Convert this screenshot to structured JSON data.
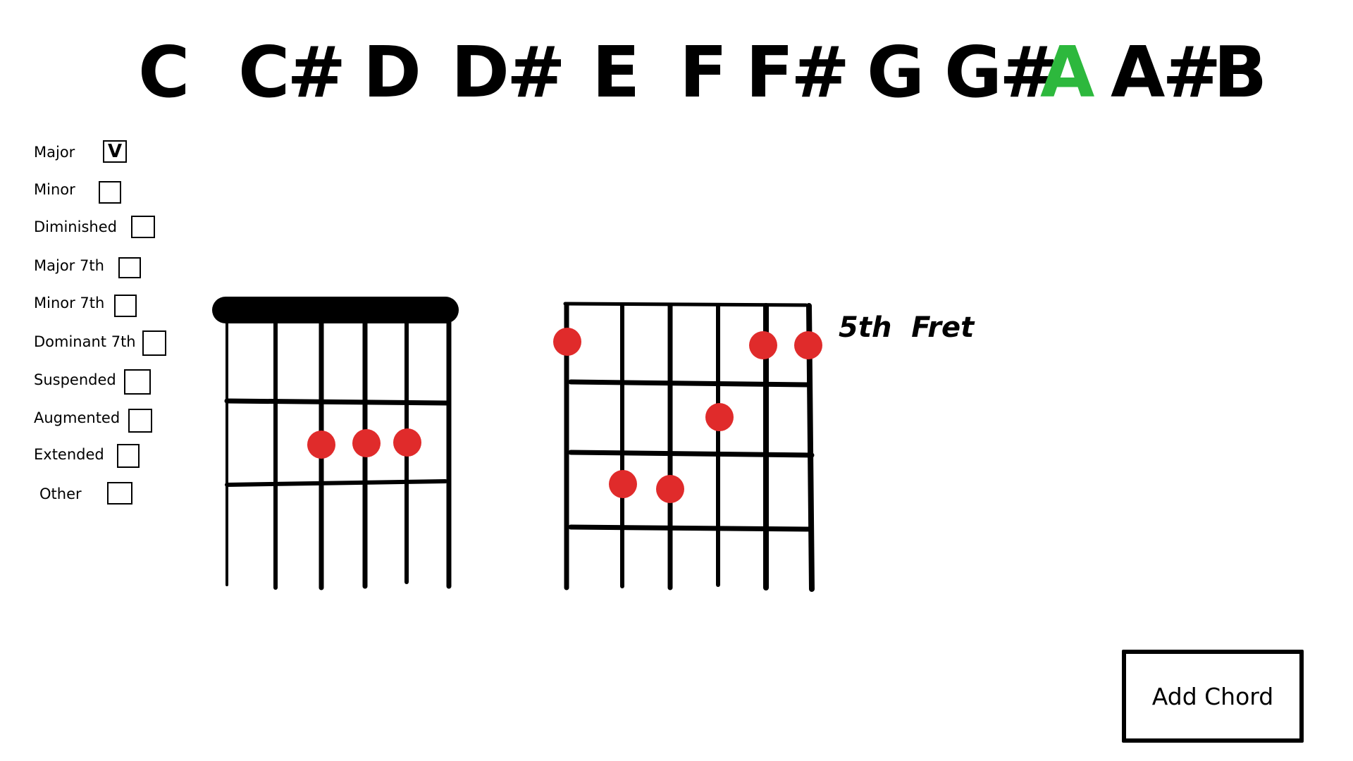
{
  "notes": [
    {
      "label": "C",
      "selected": false
    },
    {
      "label": "C#",
      "selected": false
    },
    {
      "label": "D",
      "selected": false
    },
    {
      "label": "D#",
      "selected": false
    },
    {
      "label": "E",
      "selected": false
    },
    {
      "label": "F",
      "selected": false
    },
    {
      "label": "F#",
      "selected": false
    },
    {
      "label": "G",
      "selected": false
    },
    {
      "label": "G#",
      "selected": false
    },
    {
      "label": "A",
      "selected": true
    },
    {
      "label": "A#",
      "selected": false
    },
    {
      "label": "B",
      "selected": false
    }
  ],
  "chord_types": [
    {
      "label": "Major",
      "checked": true
    },
    {
      "label": "Minor",
      "checked": false
    },
    {
      "label": "Diminished",
      "checked": false
    },
    {
      "label": "Major 7th",
      "checked": false
    },
    {
      "label": "Minor 7th",
      "checked": false
    },
    {
      "label": "Dominant 7th",
      "checked": false
    },
    {
      "label": "Suspended",
      "checked": false
    },
    {
      "label": "Augmented",
      "checked": false
    },
    {
      "label": "Extended",
      "checked": false
    },
    {
      "label": "Other",
      "checked": false
    }
  ],
  "check_mark": "V",
  "diagram2": {
    "fret_label": "5th  Fret"
  },
  "add_button": {
    "label": "Add Chord"
  },
  "colors": {
    "selected_note": "#2db83d",
    "dot": "#e02b2b",
    "ink": "#000000"
  }
}
